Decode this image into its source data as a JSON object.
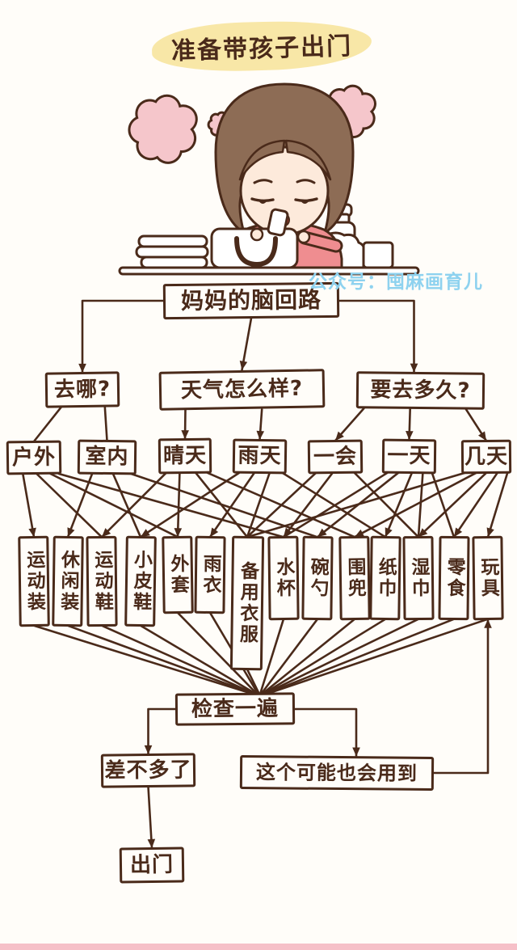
{
  "page": {
    "bg": "#fffdf9",
    "ink": "#4a2a1a",
    "title_highlight": "#f8e7a7",
    "cloud_pink": "#f5c6cb",
    "shirt_pink": "#ef8d90",
    "hair_brown": "#8d6c55",
    "watermark_blue": "#8ed2ef",
    "mouth_red": "#bf3b30",
    "bottom_bar_color": "#f6c0c8"
  },
  "title": {
    "text": "准备带孩子出门"
  },
  "watermark": {
    "text": "公众号：囤麻画育儿"
  },
  "flowchart": {
    "root": "妈妈的脑回路",
    "questions": [
      "去哪?",
      "天气怎么样?",
      "要去多久?"
    ],
    "conditions": [
      "户外",
      "室内",
      "晴天",
      "雨天",
      "一会",
      "一天",
      "几天"
    ],
    "items": [
      "运动装",
      "休闲装",
      "运动鞋",
      "小皮鞋",
      "外套",
      "雨衣",
      "备用衣服",
      "水杯",
      "碗勺",
      "围兜",
      "纸巾",
      "湿巾",
      "零食",
      "玩具"
    ],
    "check": "检查一遍",
    "almost": "差不多了",
    "also": "这个可能也会用到",
    "out": "出门",
    "connections": [
      {
        "f": "root",
        "t": "q1",
        "fa": "left",
        "r": "e",
        "a": true
      },
      {
        "f": "root",
        "t": "q2",
        "a": true
      },
      {
        "f": "root",
        "t": "q3",
        "fa": "right",
        "r": "e",
        "tf": 0.45,
        "a": true
      },
      {
        "f": "q1",
        "t": "c0",
        "ff": 0.22
      },
      {
        "f": "q1",
        "t": "c1",
        "ff": 0.8
      },
      {
        "f": "q2",
        "t": "c2",
        "ff": 0.16,
        "a": true
      },
      {
        "f": "q2",
        "t": "c3",
        "ff": 0.62,
        "a": true
      },
      {
        "f": "q3",
        "t": "c4",
        "ff": 0.06,
        "a": true
      },
      {
        "f": "q3",
        "t": "c5",
        "ff": 0.42,
        "a": true
      },
      {
        "f": "q3",
        "t": "c6",
        "ff": 0.85,
        "a": true
      },
      {
        "f": "c0",
        "t": "i0",
        "ff": 0.3,
        "a": true
      },
      {
        "f": "c0",
        "t": "i2",
        "ff": 0.55
      },
      {
        "f": "c0",
        "t": "i4",
        "ff": 0.8
      },
      {
        "f": "c0",
        "t": "i7",
        "ff": 0.95
      },
      {
        "f": "c1",
        "t": "i1",
        "ff": 0.25,
        "a": true
      },
      {
        "f": "c1",
        "t": "i3",
        "ff": 0.6
      },
      {
        "f": "c1",
        "t": "i8",
        "ff": 0.9
      },
      {
        "f": "c2",
        "t": "i2",
        "ff": 0.15,
        "a": true
      },
      {
        "f": "c2",
        "t": "i4",
        "ff": 0.4,
        "a": true
      },
      {
        "f": "c2",
        "t": "i6",
        "ff": 0.7
      },
      {
        "f": "c2",
        "t": "i9",
        "ff": 0.92
      },
      {
        "f": "c3",
        "t": "i3",
        "ff": 0.12,
        "a": true
      },
      {
        "f": "c3",
        "t": "i5",
        "ff": 0.4,
        "a": true
      },
      {
        "f": "c3",
        "t": "i6",
        "ff": 0.68
      },
      {
        "f": "c3",
        "t": "i10",
        "ff": 0.92
      },
      {
        "f": "c4",
        "t": "i6",
        "ff": 0.15
      },
      {
        "f": "c4",
        "t": "i7",
        "ff": 0.45,
        "a": true
      },
      {
        "f": "c4",
        "t": "i11",
        "ff": 0.85
      },
      {
        "f": "c5",
        "t": "i7",
        "ff": 0.1
      },
      {
        "f": "c5",
        "t": "i8",
        "ff": 0.3,
        "a": true
      },
      {
        "f": "c5",
        "t": "i10",
        "ff": 0.55,
        "a": true
      },
      {
        "f": "c5",
        "t": "i11",
        "ff": 0.75
      },
      {
        "f": "c5",
        "t": "i12",
        "ff": 0.92
      },
      {
        "f": "c6",
        "t": "i6",
        "ff": 0.08
      },
      {
        "f": "c6",
        "t": "i9",
        "ff": 0.3,
        "a": true
      },
      {
        "f": "c6",
        "t": "i11",
        "ff": 0.5,
        "a": true
      },
      {
        "f": "c6",
        "t": "i12",
        "ff": 0.72,
        "a": true
      },
      {
        "f": "c6",
        "t": "i13",
        "ff": 0.92,
        "a": true
      },
      {
        "f": "i0",
        "t": "check",
        "tf": 0.64
      },
      {
        "f": "i1",
        "t": "check",
        "tf": 0.65
      },
      {
        "f": "i2",
        "t": "check",
        "tf": 0.66
      },
      {
        "f": "i3",
        "t": "check",
        "tf": 0.67
      },
      {
        "f": "i4",
        "t": "check",
        "tf": 0.68
      },
      {
        "f": "i5",
        "t": "check",
        "tf": 0.69
      },
      {
        "f": "i6",
        "t": "check",
        "tf": 0.7
      },
      {
        "f": "i7",
        "t": "check",
        "tf": 0.71
      },
      {
        "f": "i8",
        "t": "check",
        "tf": 0.72
      },
      {
        "f": "i9",
        "t": "check",
        "tf": 0.73
      },
      {
        "f": "i10",
        "t": "check",
        "tf": 0.74
      },
      {
        "f": "i11",
        "t": "check",
        "tf": 0.75
      },
      {
        "f": "i12",
        "t": "check",
        "tf": 0.76
      },
      {
        "f": "i13",
        "t": "check",
        "tf": 0.77
      },
      {
        "f": "check",
        "t": "almost",
        "fa": "left",
        "r": "e",
        "a": true
      },
      {
        "f": "check",
        "t": "also",
        "fa": "right",
        "r": "e",
        "tf": 0.6,
        "a": true
      },
      {
        "f": "also",
        "t": "i13",
        "fa": "right",
        "ta": "bottom",
        "r": "e",
        "a": true
      },
      {
        "f": "almost",
        "t": "out",
        "a": true
      }
    ]
  }
}
